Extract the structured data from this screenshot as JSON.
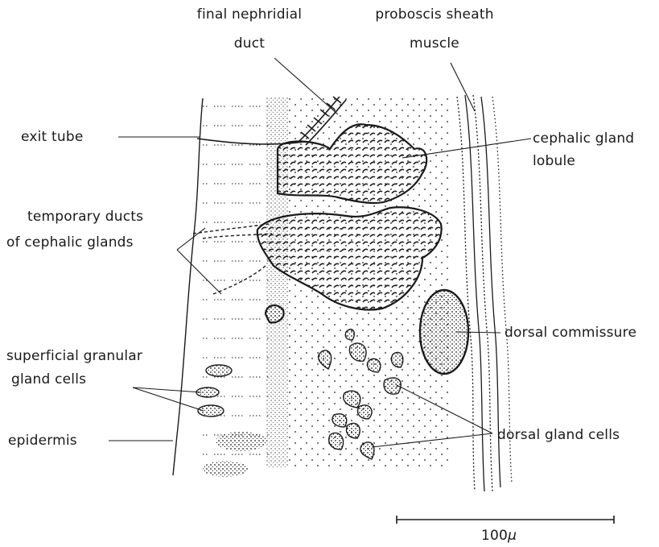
{
  "colors": {
    "ink": "#1a1a1a",
    "paper": "#ffffff"
  },
  "labels": {
    "final_nephridial_duct": {
      "line1": "final nephridial",
      "line2": "duct"
    },
    "proboscis_sheath_muscle": {
      "line1": "proboscis sheath",
      "line2": "muscle"
    },
    "exit_tube": "exit tube",
    "cephalic_gland_lobule": {
      "line1": "cephalic gland",
      "line2": "lobule"
    },
    "temporary_ducts": {
      "line1": "temporary ducts",
      "line2": "of cephalic glands"
    },
    "dorsal_commissure": "dorsal commissure",
    "superficial_granular_gland_cells": {
      "line1": "superficial granular",
      "line2": "gland cells"
    },
    "epidermis": "epidermis",
    "dorsal_gland_cells": "dorsal gland cells"
  },
  "scale_bar": {
    "label": "100",
    "unit": "μ"
  }
}
